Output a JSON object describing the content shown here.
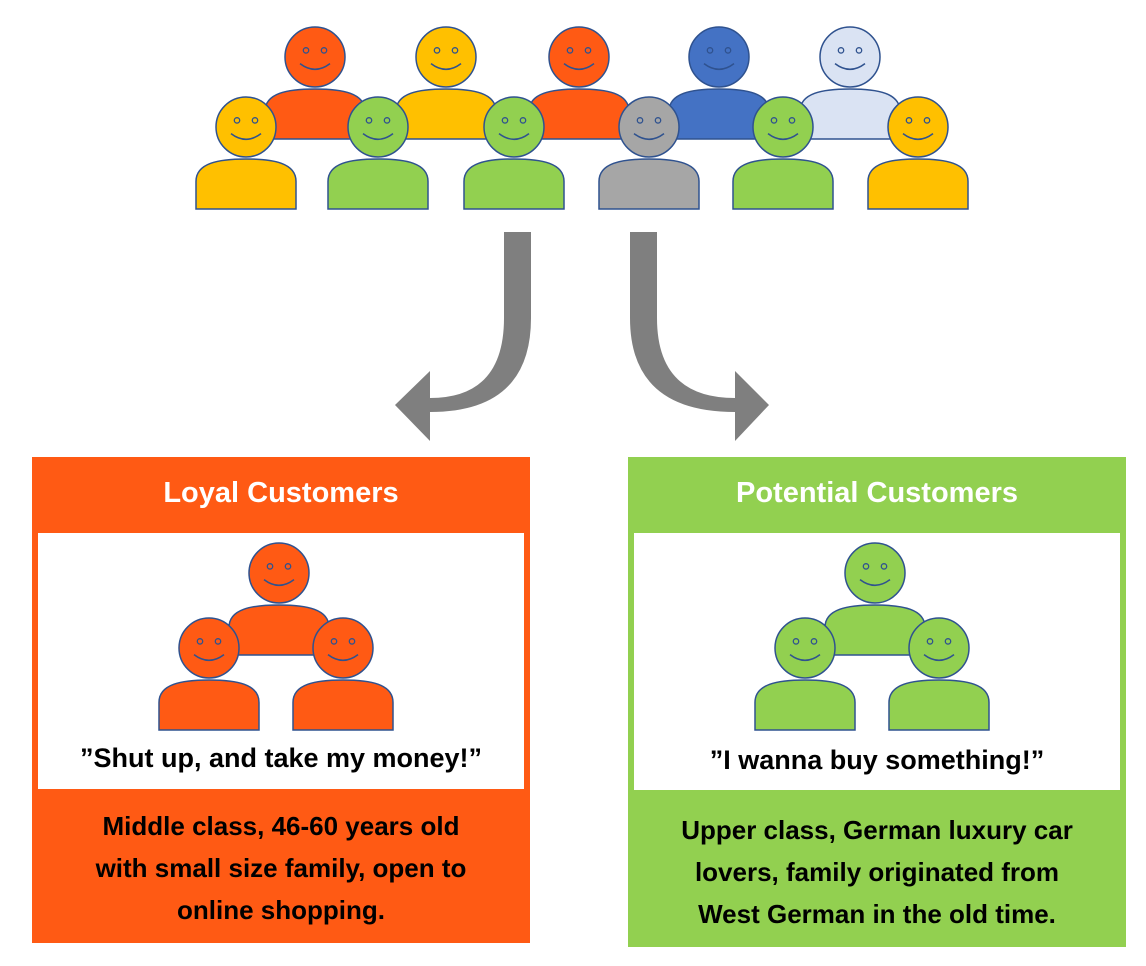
{
  "colors": {
    "orange": "#FF5A14",
    "yellow": "#FFC000",
    "green": "#92D050",
    "blue": "#4472C4",
    "light_blue": "#DAE3F3",
    "gray": "#A6A6A6",
    "arrow_gray": "#7F7F7F",
    "outline": "#2F528F"
  },
  "crowd": {
    "back_row": [
      "orange",
      "yellow",
      "orange",
      "blue",
      "light_blue"
    ],
    "front_row": [
      "yellow",
      "green",
      "green",
      "gray",
      "green",
      "yellow"
    ]
  },
  "arrows": [
    "arrow-to-loyal",
    "arrow-to-potential"
  ],
  "panels": {
    "loyal": {
      "title": "Loyal Customers",
      "quote": "”Shut up, and take my money!”",
      "description": [
        "Middle class, 46-60 years old",
        "with small size family, open to",
        "online shopping."
      ],
      "group_color": "orange"
    },
    "potential": {
      "title": "Potential Customers",
      "quote": "”I wanna buy something!”",
      "description": [
        "Upper class, German luxury car",
        "lovers, family originated from",
        "West German in the old time."
      ],
      "group_color": "green"
    }
  }
}
